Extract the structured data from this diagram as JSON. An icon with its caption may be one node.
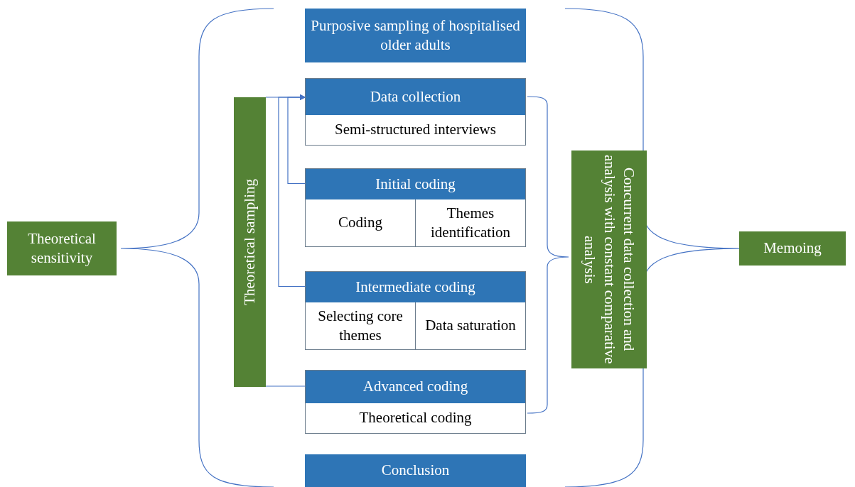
{
  "diagram": {
    "nodes": [
      {
        "text": [
          "Theoretical sensitivity"
        ]
      },
      {
        "text": [
          "Purposive sampling of hospitalised older adults"
        ]
      },
      {
        "text": [
          "Theoretical sampling"
        ]
      },
      {
        "text": [
          "Data collection",
          "Semi-structured interviews"
        ]
      },
      {
        "text": [
          "Initial coding",
          "Coding",
          "Themes identification"
        ]
      },
      {
        "text": [
          "Intermediate coding",
          "Selecting core themes",
          "Data saturation"
        ]
      },
      {
        "text": [
          "Advanced coding",
          "Theoretical coding"
        ]
      },
      {
        "text": [
          "Concurrent data collection and analysis with constant comparative analysis"
        ]
      },
      {
        "text": [
          "Conclusion"
        ]
      },
      {
        "text": [
          "Memoing"
        ]
      }
    ],
    "edges": [
      {
        "from": 2,
        "to": 3,
        "arrow": "to"
      },
      {
        "from": 4,
        "to": 3,
        "arrow": "to"
      },
      {
        "from": 5,
        "to": 3,
        "arrow": "to"
      },
      {
        "from": 6,
        "to": 2,
        "arrow": "none"
      }
    ]
  }
}
